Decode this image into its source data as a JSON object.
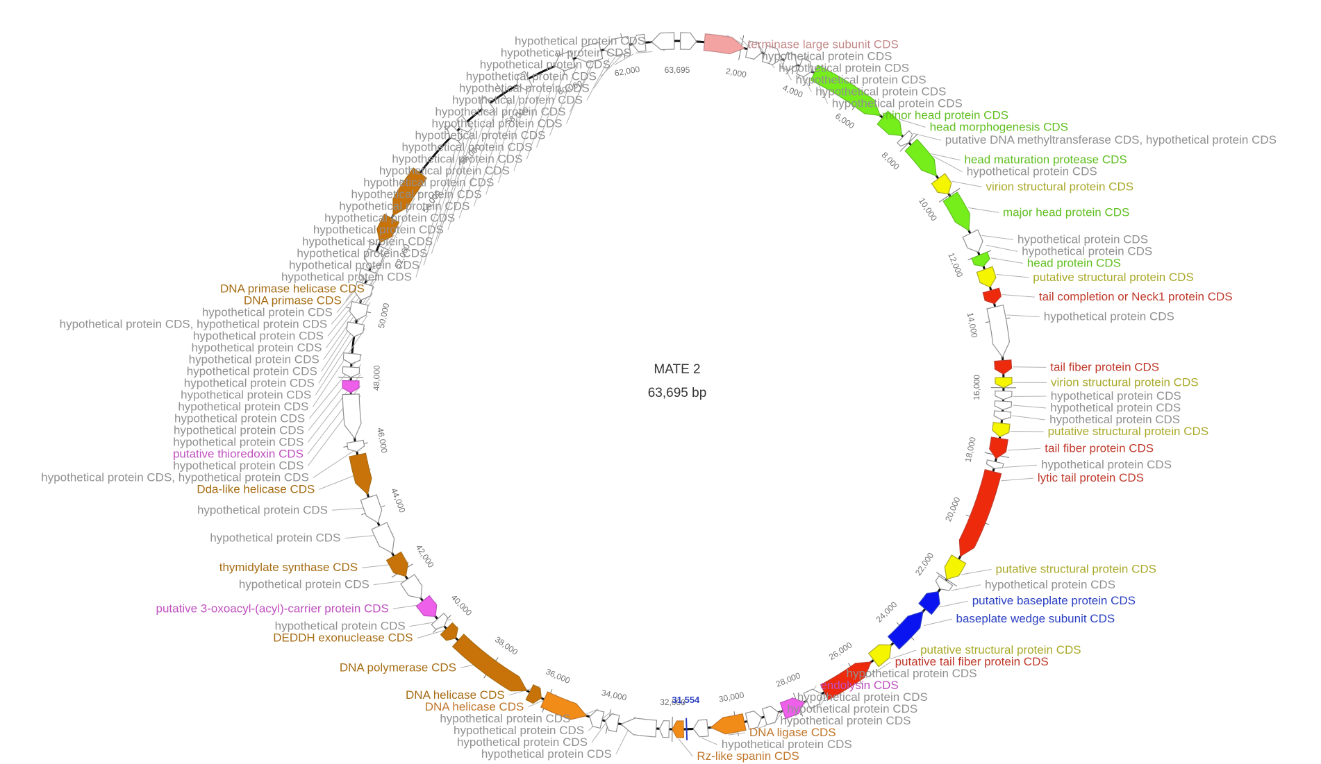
{
  "map": {
    "name": "MATE 2",
    "length_label": "63,695 bp",
    "length_bp": 63695,
    "origin_label": "63,695",
    "marker": {
      "bp": 31554,
      "label": "31,554",
      "color": "#2a3fc1"
    }
  },
  "colors": {
    "hypothetical": "#909090",
    "hypothetical_fill": "#ffffff",
    "head": "#5fbf1f",
    "head_fill": "#76ee1c",
    "structural": "#a9a92a",
    "structural_fill": "#f5f500",
    "tail": "#c0392b",
    "tail_fill": "#ee2a0c",
    "baseplate": "#2a3fc1",
    "baseplate_fill": "#0a14f0",
    "dna": "#a66d14",
    "dna_fill": "#c8720a",
    "dna_light": "#c0752a",
    "dna_light_fill": "#f28c18",
    "pink": "#bf4fbf",
    "pink_fill": "#ee5fea",
    "terminase": "#c48a8a",
    "terminase_fill": "#f4a3a3",
    "backbone": "#111111",
    "tick": "#707070"
  },
  "ticks": [
    "2,000",
    "4,000",
    "6,000",
    "8,000",
    "10,000",
    "12,000",
    "14,000",
    "16,000",
    "18,000",
    "20,000",
    "22,000",
    "24,000",
    "26,000",
    "28,000",
    "30,000",
    "32,000",
    "34,000",
    "36,000",
    "38,000",
    "40,000",
    "42,000",
    "44,000",
    "46,000",
    "48,000",
    "50,000",
    "52,000",
    "54,000",
    "56,000",
    "58,000",
    "60,000",
    "62,000"
  ],
  "features": [
    {
      "start": 850,
      "end": 2100,
      "strand": 1,
      "category": "terminase"
    },
    {
      "start": 2200,
      "end": 2650,
      "strand": 1,
      "category": "hypothetical"
    },
    {
      "start": 2750,
      "end": 3300,
      "strand": 1,
      "category": "hypothetical"
    },
    {
      "start": 3400,
      "end": 3800,
      "strand": 1,
      "category": "hypothetical"
    },
    {
      "start": 3900,
      "end": 4300,
      "strand": 1,
      "category": "hypothetical"
    },
    {
      "start": 4400,
      "end": 6800,
      "strand": 1,
      "category": "head"
    },
    {
      "start": 6900,
      "end": 7700,
      "strand": 1,
      "category": "head"
    },
    {
      "start": 7750,
      "end": 8000,
      "strand": 1,
      "category": "hypothetical"
    },
    {
      "start": 8100,
      "end": 9300,
      "strand": 1,
      "category": "head"
    },
    {
      "start": 9400,
      "end": 9950,
      "strand": 1,
      "category": "structural"
    },
    {
      "start": 10050,
      "end": 11200,
      "strand": 1,
      "category": "head"
    },
    {
      "start": 11300,
      "end": 11900,
      "strand": 1,
      "category": "hypothetical"
    },
    {
      "start": 12000,
      "end": 12350,
      "strand": 1,
      "category": "head"
    },
    {
      "start": 12450,
      "end": 13000,
      "strand": 1,
      "category": "structural"
    },
    {
      "start": 13100,
      "end": 13500,
      "strand": 1,
      "category": "tail"
    },
    {
      "start": 13600,
      "end": 15100,
      "strand": 1,
      "category": "hypothetical"
    },
    {
      "start": 15200,
      "end": 15600,
      "strand": 1,
      "category": "tail"
    },
    {
      "start": 15700,
      "end": 16000,
      "strand": 1,
      "category": "structural"
    },
    {
      "start": 16100,
      "end": 16350,
      "strand": 1,
      "category": "hypothetical"
    },
    {
      "start": 16400,
      "end": 16650,
      "strand": 1,
      "category": "hypothetical"
    },
    {
      "start": 16700,
      "end": 16950,
      "strand": 1,
      "category": "hypothetical"
    },
    {
      "start": 17050,
      "end": 17450,
      "strand": 1,
      "category": "structural"
    },
    {
      "start": 17500,
      "end": 18100,
      "strand": 1,
      "category": "tail"
    },
    {
      "start": 18200,
      "end": 18400,
      "strand": 1,
      "category": "hypothetical"
    },
    {
      "start": 18500,
      "end": 21200,
      "strand": 1,
      "category": "tail"
    },
    {
      "start": 21300,
      "end": 22000,
      "strand": 1,
      "category": "structural"
    },
    {
      "start": 22050,
      "end": 22350,
      "strand": 1,
      "category": "hypothetical"
    },
    {
      "start": 22450,
      "end": 23100,
      "strand": -1,
      "category": "baseplate"
    },
    {
      "start": 23200,
      "end": 24500,
      "strand": -1,
      "category": "baseplate"
    },
    {
      "start": 24600,
      "end": 25300,
      "strand": -1,
      "category": "structural"
    },
    {
      "start": 25400,
      "end": 27100,
      "strand": -1,
      "category": "tail"
    },
    {
      "start": 27200,
      "end": 27700,
      "strand": -1,
      "category": "hypothetical"
    },
    {
      "start": 27800,
      "end": 28500,
      "strand": -1,
      "category": "pink"
    },
    {
      "start": 28650,
      "end": 29100,
      "strand": -1,
      "category": "hypothetical"
    },
    {
      "start": 29200,
      "end": 29650,
      "strand": -1,
      "category": "hypothetical"
    },
    {
      "start": 29750,
      "end": 30800,
      "strand": 1,
      "category": "dna_light"
    },
    {
      "start": 30900,
      "end": 31350,
      "strand": 1,
      "category": "hypothetical"
    },
    {
      "start": 31650,
      "end": 32000,
      "strand": 1,
      "category": "dna_light"
    },
    {
      "start": 32100,
      "end": 32400,
      "strand": 1,
      "category": "hypothetical"
    },
    {
      "start": 32500,
      "end": 33600,
      "strand": 1,
      "category": "hypothetical"
    },
    {
      "start": 33700,
      "end": 34100,
      "strand": 1,
      "category": "hypothetical"
    },
    {
      "start": 34200,
      "end": 34600,
      "strand": 1,
      "category": "hypothetical"
    },
    {
      "start": 34700,
      "end": 36100,
      "strand": -1,
      "category": "dna_light"
    },
    {
      "start": 36200,
      "end": 36600,
      "strand": -1,
      "category": "dna"
    },
    {
      "start": 36700,
      "end": 39300,
      "strand": -1,
      "category": "dna"
    },
    {
      "start": 39400,
      "end": 39800,
      "strand": -1,
      "category": "dna"
    },
    {
      "start": 39900,
      "end": 40200,
      "strand": -1,
      "category": "hypothetical"
    },
    {
      "start": 40300,
      "end": 40900,
      "strand": -1,
      "category": "pink"
    },
    {
      "start": 41000,
      "end": 41700,
      "strand": -1,
      "category": "hypothetical"
    },
    {
      "start": 41800,
      "end": 42500,
      "strand": -1,
      "category": "dna"
    },
    {
      "start": 42600,
      "end": 43500,
      "strand": -1,
      "category": "hypothetical"
    },
    {
      "start": 43600,
      "end": 44400,
      "strand": -1,
      "category": "hypothetical"
    },
    {
      "start": 44500,
      "end": 45700,
      "strand": -1,
      "category": "dna"
    },
    {
      "start": 45800,
      "end": 46100,
      "strand": -1,
      "category": "hypothetical"
    },
    {
      "start": 46200,
      "end": 47500,
      "strand": -1,
      "category": "hypothetical"
    },
    {
      "start": 47550,
      "end": 47900,
      "strand": -1,
      "category": "pink"
    },
    {
      "start": 48000,
      "end": 48300,
      "strand": -1,
      "category": "hypothetical"
    },
    {
      "start": 48400,
      "end": 48700,
      "strand": -1,
      "category": "hypothetical"
    },
    {
      "start": 49200,
      "end": 49600,
      "strand": -1,
      "category": "hypothetical"
    },
    {
      "start": 49700,
      "end": 50200,
      "strand": -1,
      "category": "hypothetical"
    },
    {
      "start": 50300,
      "end": 50800,
      "strand": -1,
      "category": "hypothetical"
    },
    {
      "start": 50900,
      "end": 51200,
      "strand": -1,
      "category": "hypothetical"
    },
    {
      "start": 51300,
      "end": 51800,
      "strand": -1,
      "category": "hypothetical"
    },
    {
      "start": 52100,
      "end": 52900,
      "strand": -1,
      "category": "dna"
    },
    {
      "start": 53000,
      "end": 54500,
      "strand": -1,
      "category": "dna"
    },
    {
      "start": 55900,
      "end": 56200,
      "strand": -1,
      "category": "hypothetical"
    },
    {
      "start": 56300,
      "end": 56600,
      "strand": -1,
      "category": "hypothetical"
    },
    {
      "start": 57200,
      "end": 57500,
      "strand": -1,
      "category": "hypothetical"
    },
    {
      "start": 58500,
      "end": 58900,
      "strand": -1,
      "category": "hypothetical"
    },
    {
      "start": 59800,
      "end": 60400,
      "strand": -1,
      "category": "hypothetical"
    },
    {
      "start": 60500,
      "end": 61300,
      "strand": -1,
      "category": "hypothetical"
    },
    {
      "start": 61400,
      "end": 62200,
      "strand": -1,
      "category": "hypothetical"
    },
    {
      "start": 62300,
      "end": 62700,
      "strand": -1,
      "category": "hypothetical"
    },
    {
      "start": 62900,
      "end": 63600,
      "strand": -1,
      "category": "hypothetical"
    },
    {
      "start": 100,
      "end": 600,
      "strand": 1,
      "category": "hypothetical"
    }
  ],
  "labels": [
    {
      "text": "hypothetical protein CDS",
      "bp": 62900,
      "category": "hypothetical"
    },
    {
      "text": "hypothetical protein CDS",
      "bp": 1900,
      "category": "hypothetical"
    },
    {
      "text": "hypothetical protein CDS",
      "bp": 62300,
      "category": "hypothetical"
    },
    {
      "text": "hypothetical protein CDS",
      "bp": 2400,
      "category": "hypothetical"
    },
    {
      "text": "hypothetical protein CDS",
      "bp": 61900,
      "category": "hypothetical"
    },
    {
      "text": "hypothetical protein CDS",
      "bp": 2900,
      "category": "hypothetical"
    },
    {
      "text": "hypothetical protein CDS",
      "bp": 61000,
      "category": "hypothetical"
    },
    {
      "text": "hypothetical protein CDS",
      "bp": 3500,
      "category": "hypothetical"
    },
    {
      "text": "hypothetical protein CDS",
      "bp": 60400,
      "category": "hypothetical"
    },
    {
      "text": "hypothetical protein CDS",
      "bp": 4000,
      "category": "hypothetical"
    },
    {
      "text": "hypothetical protein CDS",
      "bp": 59700,
      "category": "hypothetical"
    },
    {
      "text": "hypothetical protein CDS",
      "bp": 59300,
      "category": "hypothetical"
    },
    {
      "text": "minor head protein CDS",
      "bp": 5600,
      "category": "head"
    },
    {
      "text": "hypothetical protein CDS",
      "bp": 58800,
      "category": "hypothetical"
    },
    {
      "text": "head morphogenesis CDS",
      "bp": 7300,
      "category": "head"
    },
    {
      "text": "hypothetical protein CDS",
      "bp": 58400,
      "category": "hypothetical"
    },
    {
      "text": "hypothetical protein CDS",
      "bp": 58000,
      "category": "hypothetical"
    },
    {
      "text": "putative DNA methyltransferase CDS, hypothetical protein CDS",
      "bp": 7900,
      "category": "hypothetical"
    },
    {
      "text": "hypothetical protein CDS",
      "bp": 57500,
      "category": "hypothetical"
    },
    {
      "text": "hypothetical protein CDS",
      "bp": 57100,
      "category": "hypothetical"
    },
    {
      "text": "hypothetical protein CDS",
      "bp": 56700,
      "category": "hypothetical"
    },
    {
      "text": "hypothetical protein CDS",
      "bp": 60900,
      "category": "hypothetical"
    },
    {
      "text": "hypothetical protein CDS",
      "bp": 61700,
      "category": "hypothetical"
    },
    {
      "text": "hypothetical protein CDS",
      "bp": 60000,
      "category": "hypothetical"
    },
    {
      "text": "hypothetical protein CDS",
      "bp": 63300,
      "category": "hypothetical"
    },
    {
      "text": "terminase large subunit CDS",
      "bp": 1500,
      "category": "terminase"
    },
    {
      "text": "hypothetical protein CDS",
      "bp": 61500,
      "category": "hypothetical"
    },
    {
      "text": "hypothetical protein CDS",
      "bp": 56500,
      "category": "hypothetical"
    },
    {
      "text": "hypothetical protein CDS",
      "bp": 8800,
      "category": "hypothetical"
    },
    {
      "text": "hypothetical protein CDS",
      "bp": 56200,
      "category": "hypothetical"
    },
    {
      "text": "head maturation protease CDS",
      "bp": 8700,
      "category": "head"
    },
    {
      "text": "hypothetical protein CDS",
      "bp": 55900,
      "category": "hypothetical"
    },
    {
      "text": "virion structural protein CDS",
      "bp": 9700,
      "category": "structural"
    },
    {
      "text": "DNA primase helicase CDS",
      "bp": 53800,
      "category": "dna"
    },
    {
      "text": "major head protein CDS",
      "bp": 10600,
      "category": "head"
    },
    {
      "text": "DNA primase CDS",
      "bp": 52500,
      "category": "dna"
    },
    {
      "text": "hypothetical protein CDS",
      "bp": 11500,
      "category": "hypothetical"
    },
    {
      "text": "hypothetical protein CDS",
      "bp": 51900,
      "category": "hypothetical"
    },
    {
      "text": "hypothetical protein CDS",
      "bp": 11800,
      "category": "hypothetical"
    },
    {
      "text": "hypothetical protein CDS, hypothetical protein CDS",
      "bp": 51500,
      "category": "hypothetical"
    },
    {
      "text": "head protein CDS",
      "bp": 12200,
      "category": "head"
    },
    {
      "text": "hypothetical protein CDS",
      "bp": 51200,
      "category": "hypothetical"
    },
    {
      "text": "hypothetical protein CDS",
      "bp": 51050,
      "category": "hypothetical"
    },
    {
      "text": "putative structural protein CDS",
      "bp": 12700,
      "category": "structural"
    },
    {
      "text": "hypothetical protein CDS",
      "bp": 50800,
      "category": "hypothetical"
    },
    {
      "text": "hypothetical protein CDS",
      "bp": 50600,
      "category": "hypothetical"
    },
    {
      "text": "tail completion or Neck1 protein CDS",
      "bp": 13300,
      "category": "tail"
    },
    {
      "text": "hypothetical protein CDS",
      "bp": 50300,
      "category": "hypothetical"
    },
    {
      "text": "hypothetical protein CDS",
      "bp": 13900,
      "category": "hypothetical"
    },
    {
      "text": "hypothetical protein CDS",
      "bp": 49900,
      "category": "hypothetical"
    },
    {
      "text": "hypothetical protein CDS",
      "bp": 49500,
      "category": "hypothetical"
    },
    {
      "text": "hypothetical protein CDS",
      "bp": 48700,
      "category": "hypothetical"
    },
    {
      "text": "tail fiber protein CDS",
      "bp": 15400,
      "category": "tail"
    },
    {
      "text": "hypothetical protein CDS",
      "bp": 48400,
      "category": "hypothetical"
    },
    {
      "text": "virion structural protein CDS",
      "bp": 15850,
      "category": "structural"
    },
    {
      "text": "putative thioredoxin CDS",
      "bp": 47750,
      "category": "pink"
    },
    {
      "text": "hypothetical protein CDS",
      "bp": 48100,
      "category": "hypothetical"
    },
    {
      "text": "hypothetical protein CDS",
      "bp": 16250,
      "category": "hypothetical"
    },
    {
      "text": "hypothetical protein CDS",
      "bp": 47450,
      "category": "hypothetical"
    },
    {
      "text": "hypothetical protein CDS",
      "bp": 16500,
      "category": "hypothetical"
    },
    {
      "text": "hypothetical protein CDS",
      "bp": 16800,
      "category": "hypothetical"
    },
    {
      "text": "putative structural protein CDS",
      "bp": 17250,
      "category": "structural"
    },
    {
      "text": "tail fiber protein CDS",
      "bp": 17800,
      "category": "tail"
    },
    {
      "text": "hypothetical protein CDS, hypothetical protein CDS",
      "bp": 46000,
      "category": "hypothetical"
    },
    {
      "text": "hypothetical protein CDS",
      "bp": 18300,
      "category": "hypothetical"
    },
    {
      "text": "Dda-like helicase CDS",
      "bp": 45200,
      "category": "dna"
    },
    {
      "text": "lytic tail protein CDS",
      "bp": 18700,
      "category": "tail"
    },
    {
      "text": "hypothetical protein CDS",
      "bp": 44000,
      "category": "hypothetical"
    },
    {
      "text": "hypothetical protein CDS",
      "bp": 43100,
      "category": "hypothetical"
    },
    {
      "text": "putative structural protein CDS",
      "bp": 21650,
      "category": "structural"
    },
    {
      "text": "thymidylate synthase CDS",
      "bp": 42100,
      "category": "dna"
    },
    {
      "text": "hypothetical protein CDS",
      "bp": 22200,
      "category": "hypothetical"
    },
    {
      "text": "hypothetical protein CDS",
      "bp": 41500,
      "category": "hypothetical"
    },
    {
      "text": "putative baseplate protein CDS",
      "bp": 22800,
      "category": "baseplate"
    },
    {
      "text": "baseplate wedge subunit CDS",
      "bp": 23500,
      "category": "baseplate"
    },
    {
      "text": "putative tail fiber protein CDS",
      "bp": 25800,
      "category": "tail"
    },
    {
      "text": "hypothetical protein CDS",
      "bp": 39900,
      "category": "hypothetical"
    },
    {
      "text": "endolysin CDS",
      "bp": 28200,
      "category": "pink"
    },
    {
      "text": "hypothetical protein CDS",
      "bp": 33900,
      "category": "hypothetical"
    },
    {
      "text": "putative 3-oxoacyl-(acyl)-carrier protein CDS",
      "bp": 40600,
      "category": "pink"
    },
    {
      "text": "hypothetical protein CDS",
      "bp": 29400,
      "category": "hypothetical"
    },
    {
      "text": "DEDDH exonuclease CDS",
      "bp": 39600,
      "category": "dna"
    },
    {
      "text": "DNA helicase CDS",
      "bp": 36400,
      "category": "dna"
    },
    {
      "text": "DNA ligase CDS",
      "bp": 30300,
      "category": "dna_light"
    },
    {
      "text": "DNA helicase CDS",
      "bp": 35800,
      "category": "dna_light"
    },
    {
      "text": "Rz-like spanin CDS",
      "bp": 31800,
      "category": "dna_light"
    },
    {
      "text": "putative structural protein CDS",
      "bp": 24900,
      "category": "structural"
    },
    {
      "text": "hypothetical protein CDS",
      "bp": 33200,
      "category": "hypothetical"
    },
    {
      "text": "DNA polymerase CDS",
      "bp": 38000,
      "category": "dna"
    },
    {
      "text": "hypothetical protein CDS",
      "bp": 27400,
      "category": "hypothetical"
    },
    {
      "text": "hypothetical protein CDS",
      "bp": 34400,
      "category": "hypothetical"
    },
    {
      "text": "hypothetical protein CDS",
      "bp": 28900,
      "category": "hypothetical"
    },
    {
      "text": "hypothetical protein CDS",
      "bp": 34000,
      "category": "hypothetical"
    },
    {
      "text": "hypothetical protein CDS",
      "bp": 29200,
      "category": "hypothetical"
    },
    {
      "text": "hypothetical protein CDS",
      "bp": 31100,
      "category": "hypothetical"
    }
  ]
}
